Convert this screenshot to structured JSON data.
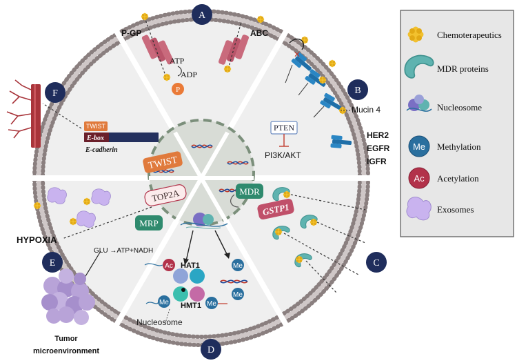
{
  "sections": {
    "A": "A",
    "B": "B",
    "C": "C",
    "D": "D",
    "E": "E",
    "F": "F"
  },
  "membrane_labels": {
    "pgp": "P-GP",
    "abc": "ABC",
    "atp": "ATP",
    "adp": "ADP",
    "p": "P",
    "mucin4": "Mucin 4",
    "her2": "HER2",
    "egfr": "EGFR",
    "igfr": "IGFR",
    "pten": "PTEN",
    "pi3k": "PI3K/AKT"
  },
  "nucleus_labels": {
    "twist": "TWIST",
    "top2a": "TOP2A",
    "mrp": "MRP",
    "mdr": "MDR",
    "gstp1": "GSTP1"
  },
  "section_f": {
    "twist_small": "TWIST",
    "ebox": "E-box",
    "ecadherin": "E-cadherin"
  },
  "section_d": {
    "hat1": "HAT1",
    "hmt1": "HMT1",
    "ac": "Ac",
    "me": "Me",
    "nucleosome": "Nucleosome"
  },
  "section_e": {
    "hypoxia": "HYPOXIA",
    "glu": "GLU →ATP+NADH",
    "tumor_line1": "Tumor",
    "tumor_line2": "microenvironment"
  },
  "legend": {
    "items": [
      {
        "icon": "chemotherapeutics-icon",
        "label": "Chemoterapeutics"
      },
      {
        "icon": "mdr-protein-icon",
        "label": "MDR proteins"
      },
      {
        "icon": "nucleosome-icon",
        "label": "Nucleosome"
      },
      {
        "icon": "methylation-icon",
        "label": "Methylation",
        "badge": "Me"
      },
      {
        "icon": "acetylation-icon",
        "label": "Acetylation",
        "badge": "Ac"
      },
      {
        "icon": "exosome-icon",
        "label": "Exosomes"
      }
    ]
  },
  "colors": {
    "section_badge": "#1f2d5c",
    "membrane_dot": "#8a7f7f",
    "cell_fill": "#efefef",
    "nucleus_fill": "#d8dcd6",
    "pgp_pink": "#c96a7c",
    "receptor_blue": "#1f6fa8",
    "mdr_teal": "#5fb3b0",
    "methyl_blue": "#2a6f9e",
    "acetyl_red": "#b2324a",
    "exosome_purple": "#c9b3ef",
    "chemo_yellow": "#f2c12e",
    "twist_orange": "#e07a3c",
    "mrp_green": "#2f8a6e",
    "gstp1_rose": "#c0506a",
    "vessel_red": "#a8343a",
    "legend_bg": "#e7e7e7"
  }
}
